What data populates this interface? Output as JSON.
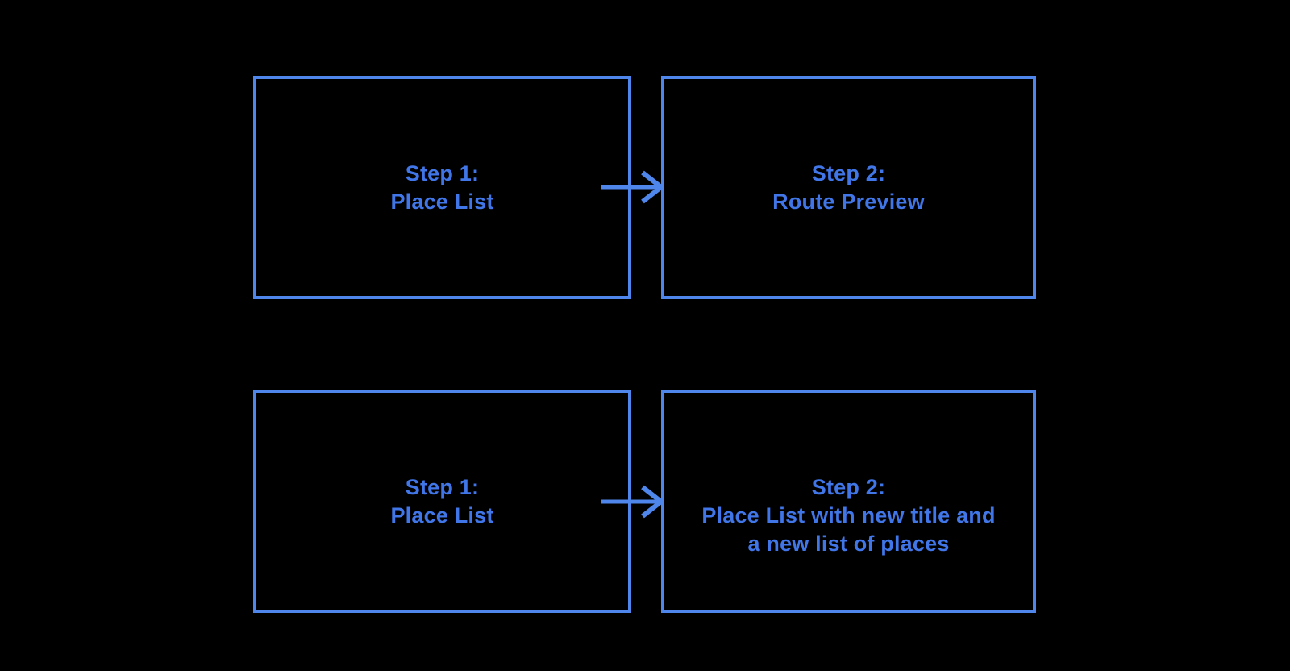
{
  "diagram": {
    "background_color": "#000000",
    "stroke_color": "#4E86EC",
    "text_color": "#4076E8",
    "boxes": {
      "top_left": {
        "line1": "Step 1:",
        "line2": "Place List"
      },
      "top_right": {
        "line1": "Step 2:",
        "line2": "Route Preview"
      },
      "bottom_left": {
        "line1": "Step 1:",
        "line2": "Place List"
      },
      "bottom_right": {
        "line1": "Step 2:",
        "line2": "Place List with new title and",
        "line3": "a new list of places"
      }
    },
    "connectors": [
      {
        "from": "top_left",
        "to": "top_right",
        "type": "arrow-right"
      },
      {
        "from": "bottom_left",
        "to": "bottom_right",
        "type": "arrow-right"
      }
    ]
  }
}
